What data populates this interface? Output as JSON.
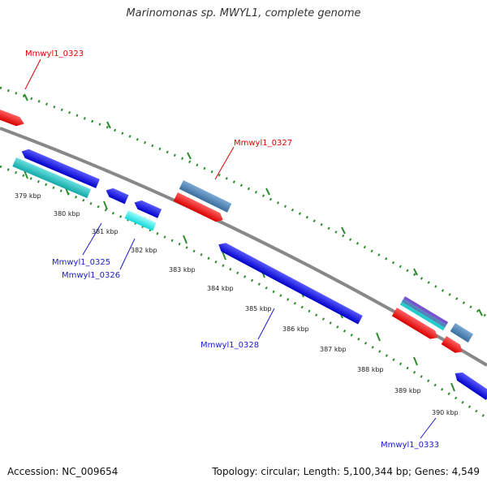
{
  "title": "Marinomonas sp. MWYL1, complete genome",
  "footer": {
    "accession": "Accession: NC_009654",
    "summary": "Topology: circular; Length: 5,100,344 bp; Genes: 4,549"
  },
  "colors": {
    "backbone": "#888888",
    "ruler_dots": "#2e8b2e",
    "red_gene": "#ff1a1a",
    "blue_gene": "#1a1aee",
    "cyan_gene": "#22dddd",
    "teal_gene": "#20c0c0",
    "steel_gene": "#4f86b8",
    "label_red": "#dd0000",
    "label_blue": "#1a1acc"
  },
  "ruler_labels": [
    "379 kbp",
    "380 kbp",
    "381 kbp",
    "382 kbp",
    "383 kbp",
    "384 kbp",
    "385 kbp",
    "386 kbp",
    "387 kbp",
    "388 kbp",
    "389 kbp",
    "390 kbp"
  ],
  "gene_labels": [
    {
      "text": "Mmwyl1_0323",
      "color": "red"
    },
    {
      "text": "Mmwyl1_0327",
      "color": "red"
    },
    {
      "text": "Mmwyl1_0325",
      "color": "blue"
    },
    {
      "text": "Mmwyl1_0326",
      "color": "blue"
    },
    {
      "text": "Mmwyl1_0328",
      "color": "blue"
    },
    {
      "text": "Mmwyl1_0333",
      "color": "blue"
    }
  ],
  "genes": [
    {
      "name": "gene-red-0323",
      "strand": "forward",
      "color": "red"
    },
    {
      "name": "gene-blue-1",
      "strand": "reverse",
      "color": "blue"
    },
    {
      "name": "gene-teal-1",
      "strand": "reverse",
      "color": "teal"
    },
    {
      "name": "gene-blue-2",
      "strand": "reverse",
      "color": "blue"
    },
    {
      "name": "gene-blue-3",
      "strand": "reverse",
      "color": "blue"
    },
    {
      "name": "gene-cyan-0326",
      "strand": "reverse",
      "color": "cyan"
    },
    {
      "name": "gene-steel-0327",
      "strand": "forward",
      "color": "steel"
    },
    {
      "name": "gene-red-0327",
      "strand": "forward",
      "color": "red"
    },
    {
      "name": "gene-blue-0328",
      "strand": "reverse",
      "color": "blue"
    },
    {
      "name": "gene-purple-stack",
      "strand": "forward",
      "color": "steel"
    },
    {
      "name": "gene-red-4",
      "strand": "forward",
      "color": "red"
    },
    {
      "name": "gene-steel-2",
      "strand": "forward",
      "color": "steel"
    },
    {
      "name": "gene-red-5",
      "strand": "forward",
      "color": "red"
    },
    {
      "name": "gene-blue-0333",
      "strand": "reverse",
      "color": "blue"
    }
  ]
}
